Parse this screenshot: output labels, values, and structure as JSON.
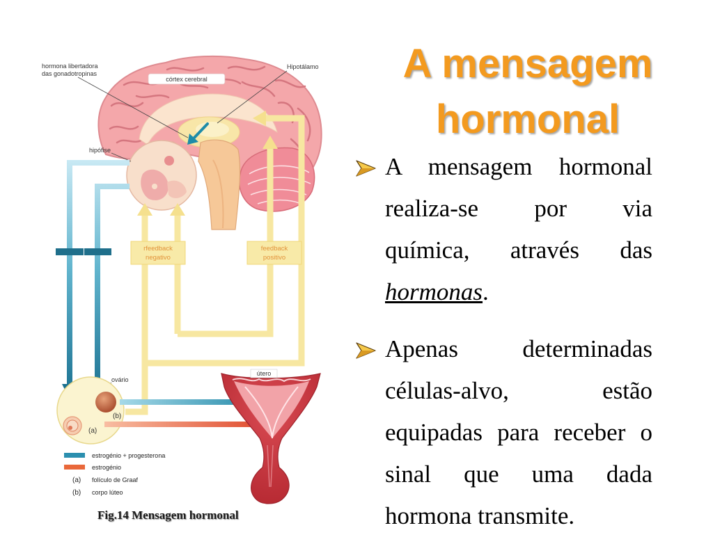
{
  "slide": {
    "title": {
      "line1": "A mensagem",
      "line2": "hormonal"
    },
    "bullet_icon": "arrow-bullet-icon",
    "bullets": [
      {
        "lines": [
          "A mensagem hormonal",
          "realiza-se por via",
          "química, através das"
        ],
        "emphasis": "hormonas",
        "suffix": "."
      },
      {
        "lines": [
          "Apenas determinadas",
          "células-alvo, estão",
          "equipadas para receber o",
          "sinal que uma dada",
          "hormona transmite."
        ]
      }
    ]
  },
  "figure": {
    "caption": "Fig.14 Mensagem hormonal",
    "labels": {
      "releasing_hormone": [
        "hormona libertadora",
        "das gonadotropinas"
      ],
      "cortex": "córtex cerebral",
      "hypothalamus": "Hipotálamo",
      "pituitary": "hipófise",
      "negative_feedback": [
        "rfeedback",
        "negativo"
      ],
      "positive_feedback": [
        "feedback",
        "positivo"
      ],
      "ovary": "ovário",
      "uterus": "útero",
      "marker_a": "(a)",
      "marker_b": "(b)"
    },
    "legend": [
      {
        "swatch": "#2B8FAF",
        "label": "estrogénio + progesterona"
      },
      {
        "swatch": "#E9683A",
        "label": "estrogénio"
      },
      {
        "marker": "(a)",
        "label": "folículo de Graaf"
      },
      {
        "marker": "(b)",
        "label": "corpo lúteo"
      }
    ]
  },
  "colors": {
    "title": "#F39A1F",
    "body_text": "#000000",
    "estrogen_progesterone": "#2B8FAF",
    "estrogen": "#E9683A",
    "feedback": "#F7E7A1"
  }
}
